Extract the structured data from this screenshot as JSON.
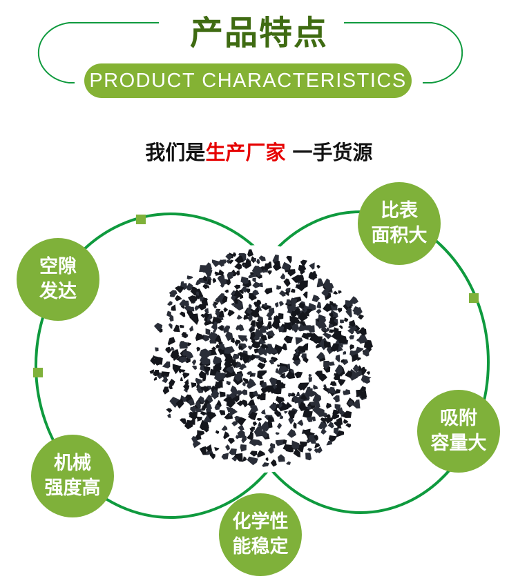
{
  "header": {
    "title": "产品特点",
    "subtitle": "PRODUCT CHARACTERISTICS"
  },
  "slogan": {
    "part1": "我们是",
    "highlight": "生产厂家",
    "part2": " 一手货源"
  },
  "features": [
    {
      "line1": "空隙",
      "line2": "发达"
    },
    {
      "line1": "比表",
      "line2": "面积大"
    },
    {
      "line1": "吸附",
      "line2": "容量大"
    },
    {
      "line1": "机械",
      "line2": "强度高"
    },
    {
      "line1": "化学性",
      "line2": "能稳定"
    }
  ],
  "colors": {
    "green_dark": "#3f6b12",
    "green_line": "#0f9a3e",
    "green_fill": "#7fb13a",
    "red": "#e60000"
  }
}
